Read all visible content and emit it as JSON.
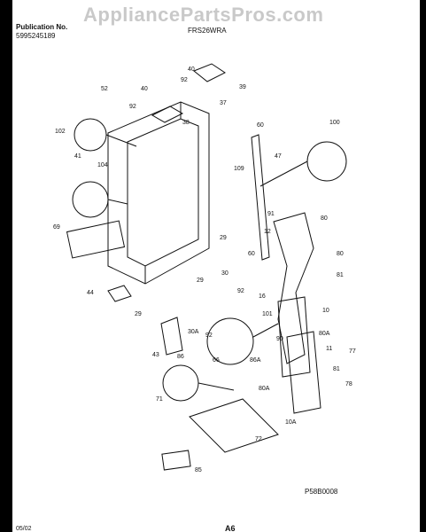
{
  "header": {
    "watermark": "AppliancePartsPros.com",
    "publication_label": "Publication No.",
    "publication_number": "5995245189",
    "model": "FRS26WRA"
  },
  "figure_ref": "P58B0008",
  "footer": {
    "date": "05/02",
    "page": "A6"
  },
  "part_labels": [
    "40",
    "92",
    "39",
    "52",
    "40",
    "92",
    "38",
    "37",
    "60",
    "47",
    "100",
    "102",
    "104",
    "109",
    "41",
    "69",
    "91",
    "12",
    "60",
    "80",
    "80",
    "81",
    "29",
    "30",
    "92",
    "29",
    "16",
    "44",
    "29",
    "30A",
    "92",
    "43",
    "86",
    "66",
    "86A",
    "10",
    "101",
    "90",
    "80A",
    "11",
    "77",
    "81",
    "80A",
    "78",
    "10A",
    "71",
    "72",
    "85"
  ]
}
